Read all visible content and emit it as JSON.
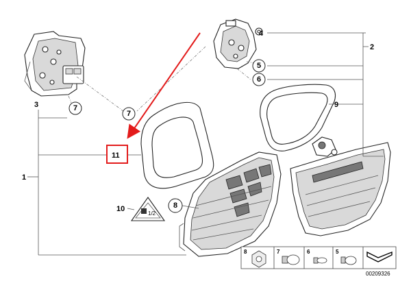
{
  "callouts": {
    "c1": "1",
    "c2": "2",
    "c3": "3",
    "c4": "4",
    "c5": "5",
    "c6": "6",
    "c7a": "7",
    "c7b": "7",
    "c8": "8",
    "c9": "9",
    "c10": "10",
    "c11": "11"
  },
  "legend": {
    "items": [
      {
        "num": "8"
      },
      {
        "num": "7"
      },
      {
        "num": "6"
      },
      {
        "num": "5"
      }
    ]
  },
  "diagram_number": "00209326",
  "colors": {
    "highlight": "#e31b1b",
    "line": "#555555"
  }
}
